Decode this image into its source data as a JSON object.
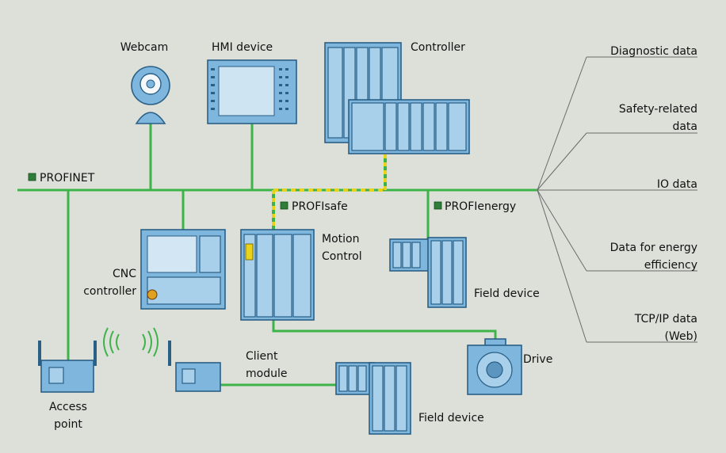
{
  "colors": {
    "background": "#dde0d9",
    "network_green": "#3db34a",
    "profisafe_yellow": "#e8d21a",
    "device_blue": "#7fb6dd",
    "device_outline": "#2a5f86",
    "marker_green": "#2f7d3a"
  },
  "network": {
    "profinet": "PROFINET",
    "profisafe": "PROFIsafe",
    "profienergy": "PROFIenergy"
  },
  "devices": {
    "webcam": "Webcam",
    "hmi": "HMI device",
    "controller": "Controller",
    "cnc_line1": "CNC",
    "cnc_line2": "controller",
    "motion_line1": "Motion",
    "motion_line2": "Control",
    "field_device_right": "Field device",
    "drive": "Drive",
    "access_line1": "Access",
    "access_line2": "point",
    "client_line1": "Client",
    "client_line2": "module",
    "field_device_bottom": "Field device"
  },
  "data_types": [
    {
      "line1": "Diagnostic data",
      "line2": ""
    },
    {
      "line1": "Safety-related",
      "line2": "data"
    },
    {
      "line1": "IO data",
      "line2": ""
    },
    {
      "line1": "Data for energy",
      "line2": "efficiency"
    },
    {
      "line1": "TCP/IP data",
      "line2": "(Web)"
    }
  ],
  "icons": {
    "network_marker": "green-square-icon",
    "wireless": "wireless-signal-icon",
    "antenna": "antenna-icon"
  }
}
